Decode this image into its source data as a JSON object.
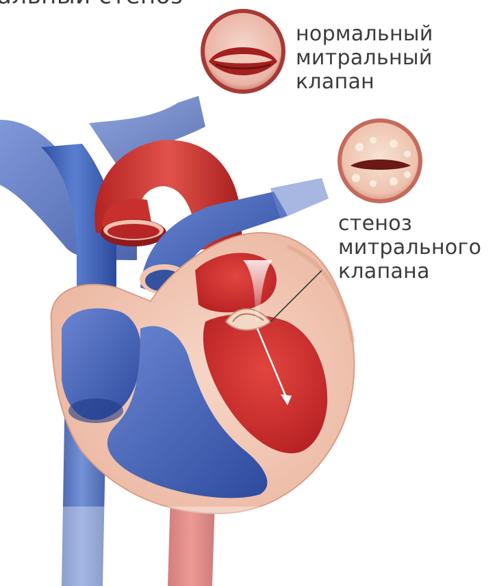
{
  "header": {
    "title_fragment": "альный стеноз"
  },
  "labels": {
    "normal_valve": [
      "нормальный",
      "митральный",
      "клапан"
    ],
    "stenosis": [
      "стеноз",
      "митрального",
      "клапана"
    ]
  },
  "colors": {
    "venous_blue": "#3d62b5",
    "arterial_red": "#c8302e",
    "myocardium_pink": "#f1c4b0",
    "text": "#3b3b3b"
  }
}
